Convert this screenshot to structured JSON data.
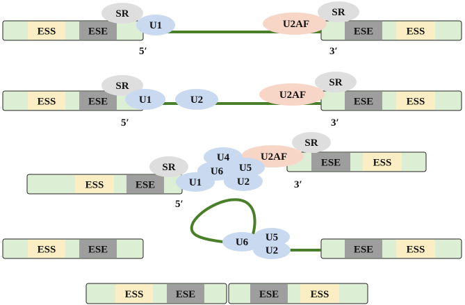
{
  "colors": {
    "exon_fill": "#dcefd4",
    "ess_fill": "#fbeec4",
    "ese_fill": "#9e9e9e",
    "intron": "#4a7f2a",
    "sr": "#dedede",
    "snrnp": "#c9d9ef",
    "u2af": "#f7d6c7"
  },
  "labels": {
    "ess": "ESS",
    "ese": "ESE",
    "sr": "SR",
    "u1": "U1",
    "u2": "U2",
    "u4": "U4",
    "u5": "U5",
    "u6": "U6",
    "u2af": "U2AF",
    "five_prime": "5′",
    "three_prime": "3′"
  }
}
